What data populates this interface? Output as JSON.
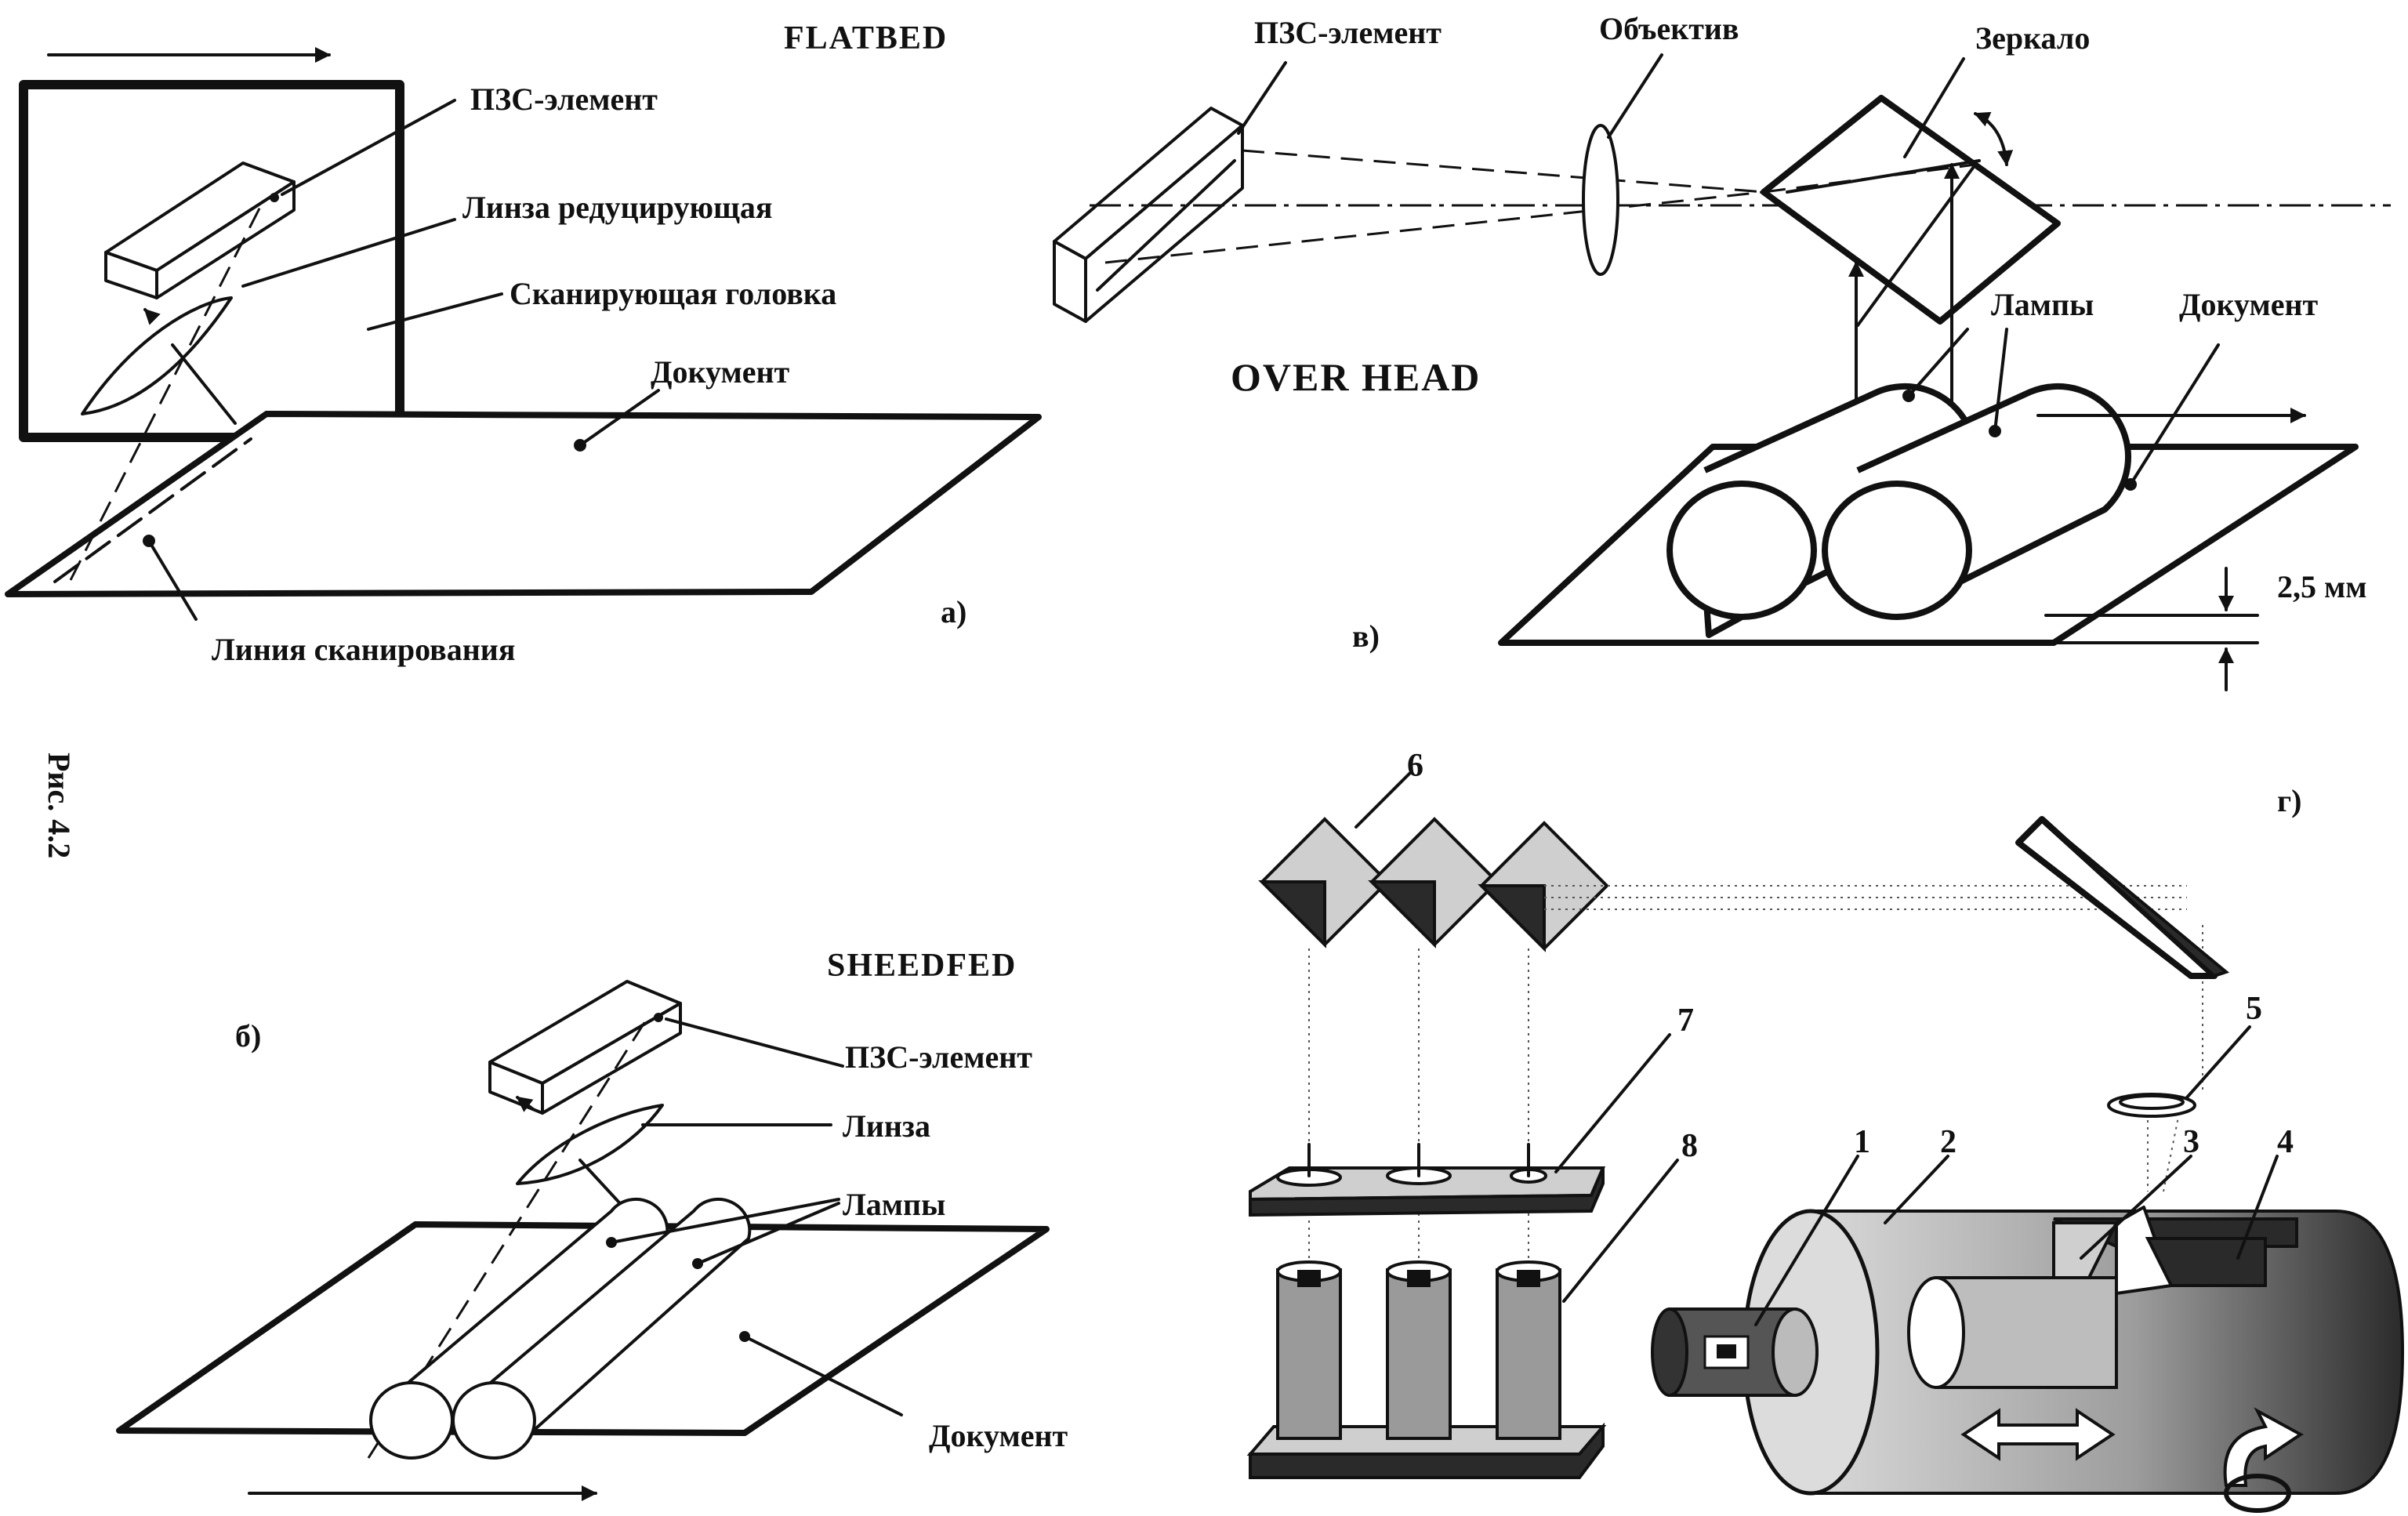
{
  "figure_caption": "Рис. 4.2",
  "panel_a": {
    "title": "FLATBED",
    "tag": "а)",
    "labels": {
      "ccd": "ПЗС-элемент",
      "lens": "Линза редуцирующая",
      "head": "Сканирующая головка",
      "document": "Документ",
      "scan_line": "Линия сканирования"
    }
  },
  "panel_b": {
    "title": "SHEEDFED",
    "tag": "б)",
    "labels": {
      "ccd": "ПЗС-элемент",
      "lens": "Линза",
      "lamps": "Лампы",
      "document": "Документ"
    }
  },
  "panel_v": {
    "title": "OVER HEAD",
    "tag": "в)",
    "labels": {
      "ccd": "ПЗС-элемент",
      "objective": "Объектив",
      "mirror": "Зеркало",
      "lamps": "Лампы",
      "document": "Документ",
      "gap": "2,5 мм"
    }
  },
  "panel_g": {
    "tag": "г)",
    "numbers": [
      "1",
      "2",
      "3",
      "4",
      "5",
      "6",
      "7",
      "8"
    ]
  }
}
